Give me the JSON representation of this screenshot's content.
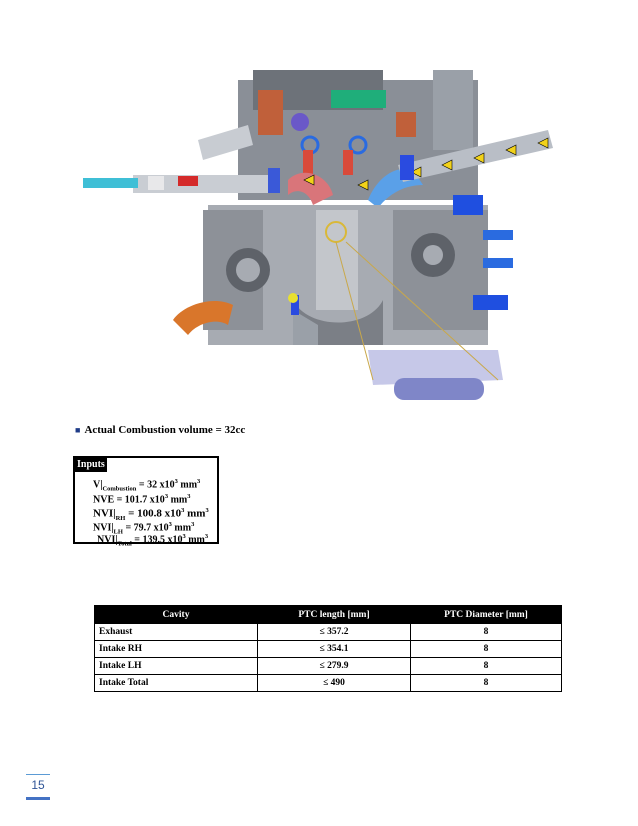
{
  "figure": {
    "name": "engine-cross-section"
  },
  "combustion": {
    "bullet": "■",
    "text": "Actual Combustion volume = 32cc"
  },
  "inputs": {
    "title": "Inputs",
    "v_comb": {
      "pre": "V|",
      "sub": "Combustion",
      "mid": " = 32 x10",
      "sup": "3",
      "post": " mm",
      "sup2": "3"
    },
    "nve": {
      "pre": "NVE = 101.7 x10",
      "sup": "3",
      "post": " mm",
      "sup2": "3"
    },
    "nvi_rh": {
      "pre": "NVI|",
      "sub": "RH",
      "mid": " = 100.8 x10",
      "sup": "3",
      "post": " mm",
      "sup2": "3"
    },
    "nvi_lh": {
      "pre": "NVI|",
      "sub": "LH",
      "mid": " = 79.7 x10",
      "sup": "3",
      "post": " mm",
      "sup2": "3"
    },
    "nvi_total": {
      "pre": "NVI|",
      "sub": "Total",
      "mid": " = 139.5 x10",
      "sup": "3",
      "post": " mm",
      "sup2": "3"
    }
  },
  "table": {
    "headers": [
      "Cavity",
      "PTC length [mm]",
      "PTC Diameter [mm]"
    ],
    "rows": [
      [
        "Exhaust",
        "≤ 357.2",
        "8"
      ],
      [
        "Intake RH",
        "≤ 354.1",
        "8"
      ],
      [
        "Intake LH",
        "≤ 279.9",
        "8"
      ],
      [
        "Intake Total",
        "≤ 490",
        "8"
      ]
    ]
  },
  "page": {
    "number": "15"
  },
  "colors": {
    "accent": "#4472c4",
    "cyan": "#3fbfd6",
    "blue": "#1f4fe0",
    "orange": "#d9762b"
  }
}
